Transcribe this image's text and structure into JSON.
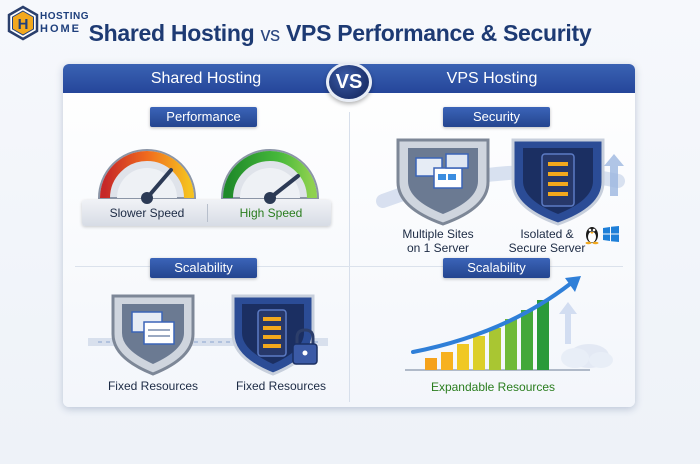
{
  "logo": {
    "line1": "HOSTING",
    "line2": "HOME",
    "letter": "H"
  },
  "title": {
    "part1": "Shared Hosting",
    "part2": "vs",
    "part3": "VPS Performance & Security"
  },
  "headers": {
    "left": "Shared Hosting",
    "vs": "VS",
    "right": "VPS Hosting"
  },
  "sections": {
    "performance": {
      "label": "Performance",
      "slow_label": "Slower Speed",
      "fast_label": "High Speed"
    },
    "security": {
      "label": "Security",
      "left_caption": "Multiple Sites\non 1 Server",
      "right_caption": "Isolated &\nSecure Server"
    },
    "scalability_left": {
      "label": "Scalability",
      "left_caption": "Fixed Resources",
      "right_caption": "Fixed Resources"
    },
    "scalability_right": {
      "label": "Scalability",
      "caption": "Expandable Resources"
    }
  },
  "colors": {
    "navy": "#1d3a73",
    "header_blue": "#2d52a6",
    "green": "#2a7d1e",
    "gold": "#f2a81d"
  }
}
